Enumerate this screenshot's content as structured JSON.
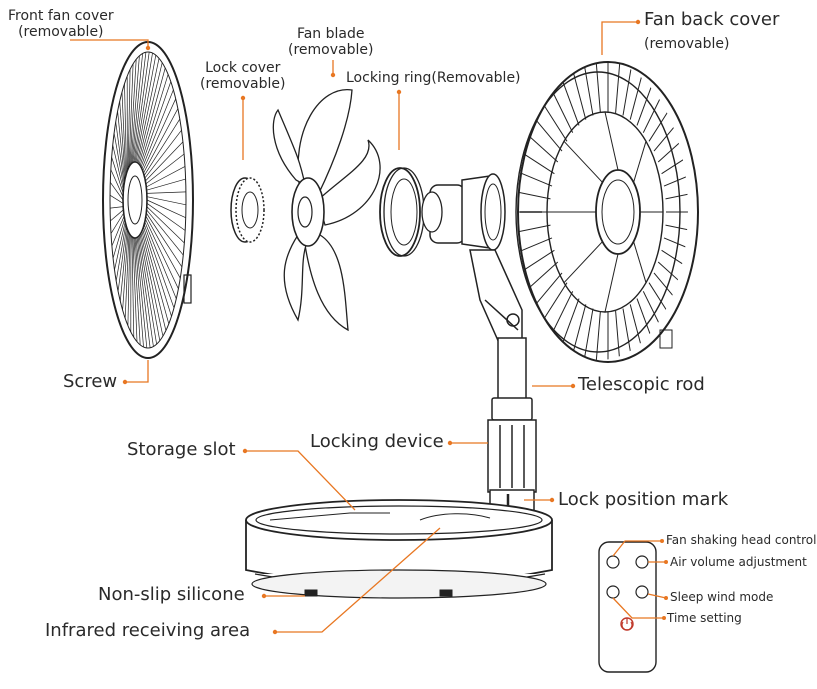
{
  "labels": {
    "front_fan_cover": "Front fan cover",
    "front_fan_cover_note": "(removable)",
    "lock_cover": "Lock cover",
    "lock_cover_note": "(removable)",
    "fan_blade": "Fan blade",
    "fan_blade_note": "(removable)",
    "locking_ring": "Locking ring(Removable)",
    "fan_back_cover": "Fan back cover",
    "fan_back_cover_note": "(removable)",
    "screw": "Screw",
    "telescopic_rod": "Telescopic rod",
    "storage_slot": "Storage slot",
    "locking_device": "Locking device",
    "lock_position_mark": "Lock position mark",
    "non_slip_silicone": "Non-slip silicone",
    "infrared_receiving_area": "Infrared receiving area"
  },
  "remote": {
    "fan_shaking_head_control": "Fan shaking head control",
    "air_volume_adjustment": "Air volume adjustment",
    "sleep_wind_mode": "Sleep wind mode",
    "time_setting": "Time setting"
  },
  "colors": {
    "accent": "#e87722",
    "line": "#2a2a2a",
    "power": "#c0392b"
  }
}
